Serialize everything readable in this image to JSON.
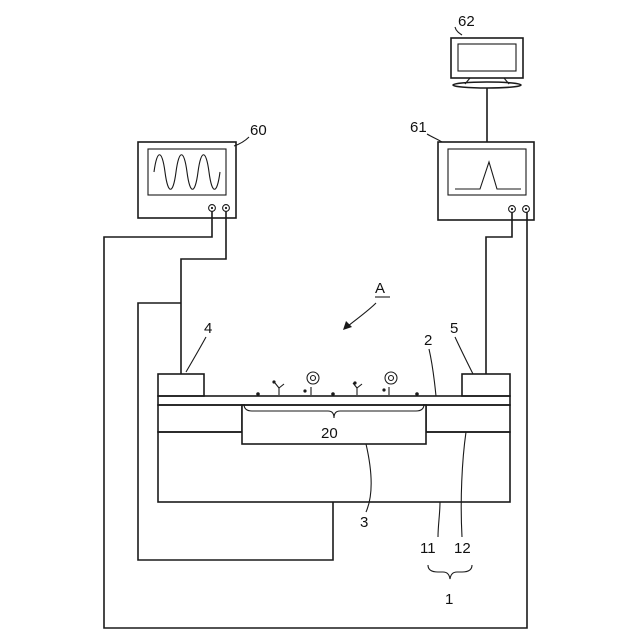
{
  "labels": {
    "monitor": "62",
    "left_scope": "60",
    "right_scope": "61",
    "section_marker": "A",
    "electrode_left": "4",
    "electrode_right": "5",
    "film": "2",
    "cavity": "20",
    "fill": "3",
    "sub_a": "11",
    "sub_b": "12",
    "substrate": "1"
  }
}
